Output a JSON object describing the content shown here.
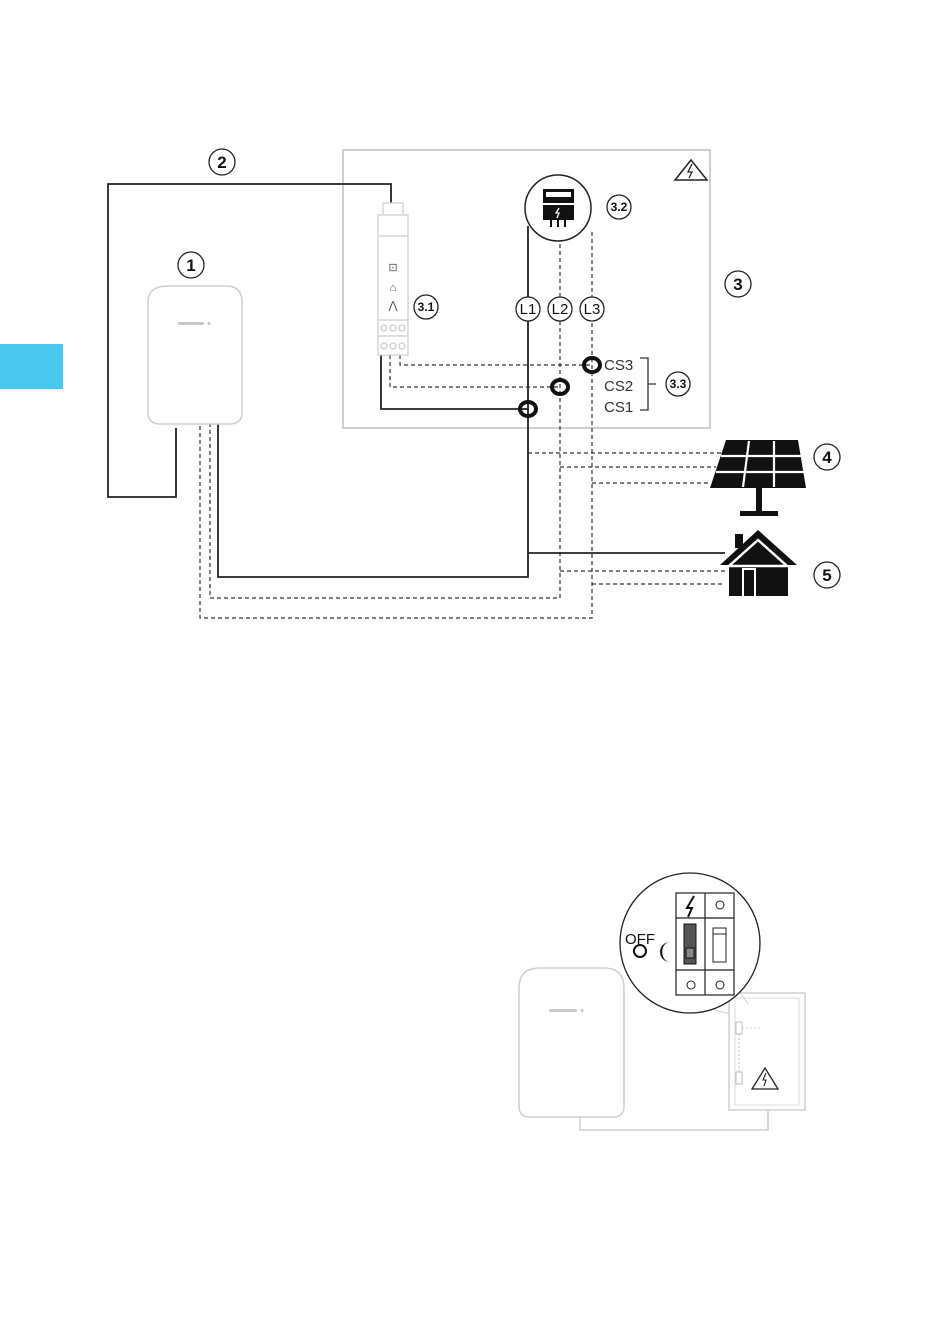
{
  "callouts": {
    "charger": "1",
    "cable": "2",
    "panel": "3",
    "module": "3.1",
    "meter": "3.2",
    "sensors": "3.3",
    "solar": "4",
    "home": "5"
  },
  "phases": [
    "L1",
    "L2",
    "L3"
  ],
  "sensors": [
    "CS3",
    "CS2",
    "CS1"
  ],
  "switch_label": "OFF",
  "colors": {
    "tab": "#4cc8ee",
    "line": "#222222",
    "device_stroke": "#cfcfcf"
  },
  "icons": [
    "warning-icon",
    "solar-panel-icon",
    "house-icon",
    "meter-icon",
    "lightning-icon",
    "moon-icon"
  ]
}
